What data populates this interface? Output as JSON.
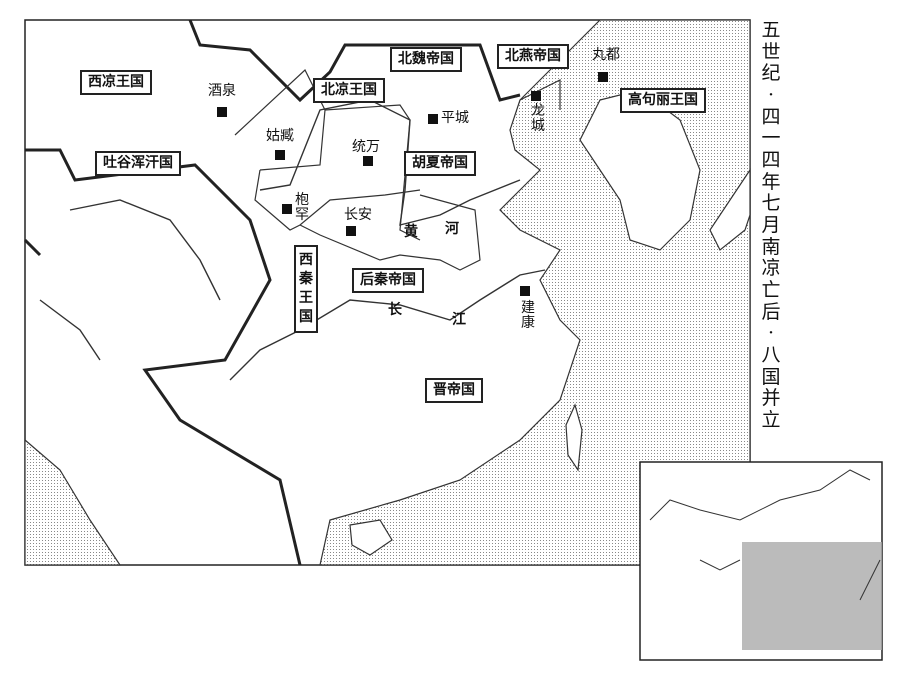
{
  "title": "五世纪·四一四年七月 南凉亡后·八国并立",
  "states": {
    "xiliang": "西凉王国",
    "beiliang": "北凉王国",
    "beiwei": "北魏帝国",
    "beiyan": "北燕帝国",
    "gaogouli": "高句丽王国",
    "huxia": "胡夏帝国",
    "tuyuhun": "吐谷浑汗国",
    "xiqin": "西秦王国",
    "houqin": "后秦帝国",
    "jin": "晋帝国"
  },
  "cities": {
    "jiuquan": "酒泉",
    "guzang": "姑臧",
    "tongwan": "统万",
    "pingcheng": "平城",
    "longcheng": "龙城",
    "wandu": "丸都",
    "baohan": "枹罕",
    "changan": "长安",
    "jiankang": "建康"
  },
  "rivers": {
    "huanghe_1": "黄",
    "huanghe_2": "河",
    "changjiang_1": "长",
    "changjiang_2": "江"
  }
}
